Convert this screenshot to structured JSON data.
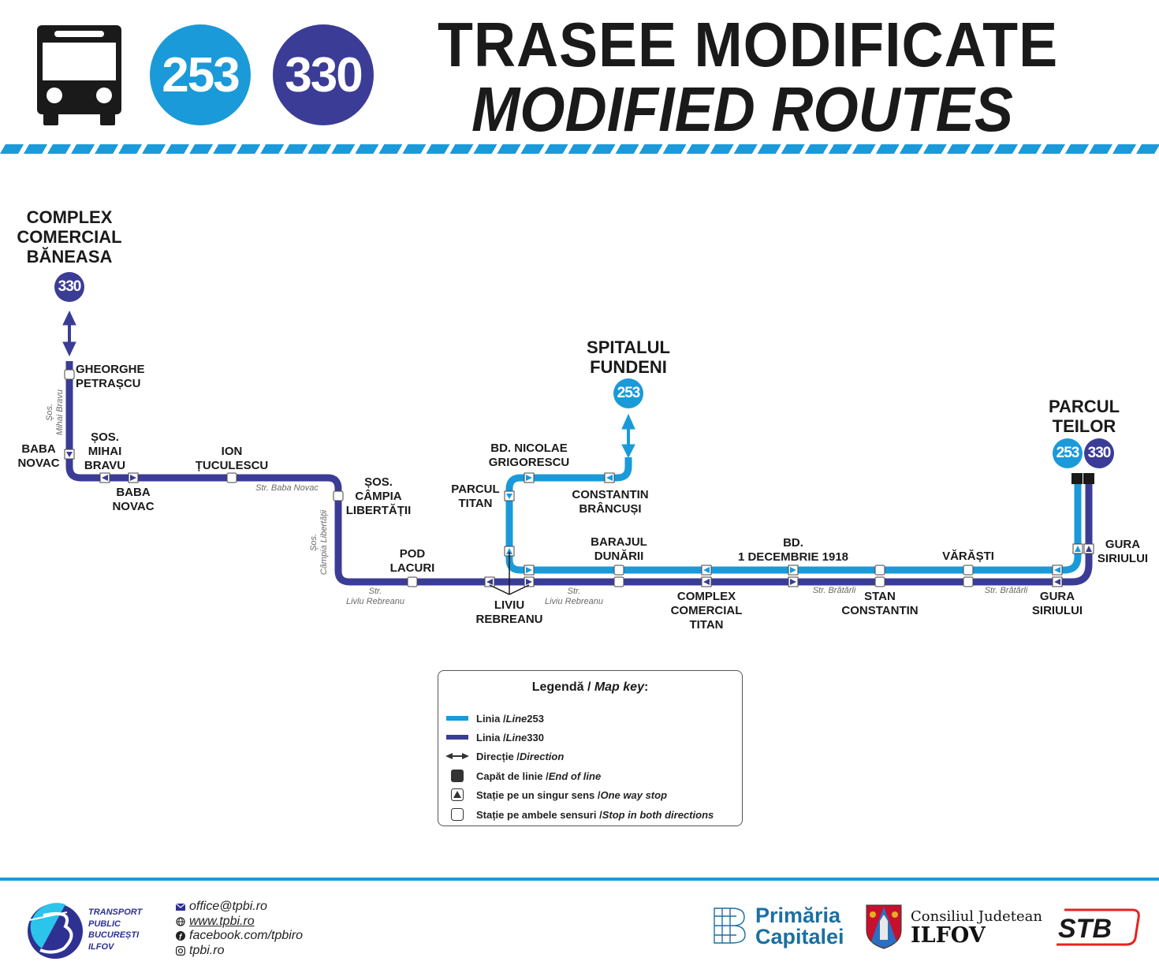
{
  "header": {
    "title_ro": "TRASEE MODIFICATE",
    "title_en": "MODIFIED ROUTES",
    "icon": "bus-icon",
    "line_badges": [
      {
        "number": "253",
        "color": "#1a9ad8"
      },
      {
        "number": "330",
        "color": "#3b3c96"
      }
    ]
  },
  "colors": {
    "line_253": "#1a9ad8",
    "line_330": "#3b3c96",
    "accent_stripe": "#1a9ad8",
    "text": "#1a1a1a",
    "street_text": "#6a6a6a"
  },
  "map": {
    "terminals": [
      {
        "id": "baneasa",
        "name": "COMPLEX\nCOMERCIAL\nBĂNEASA",
        "lines": [
          "330"
        ]
      },
      {
        "id": "fundeni",
        "name": "SPITALUL\nFUNDENI",
        "lines": [
          "253"
        ]
      },
      {
        "id": "teilor",
        "name": "PARCUL\nTEILOR",
        "lines": [
          "253",
          "330"
        ]
      }
    ],
    "stops": [
      {
        "name": "GHEORGHE\nPETRAȘCU",
        "type": "both"
      },
      {
        "name": "BABA\nNOVAC",
        "type": "one-way",
        "note": "north side"
      },
      {
        "name": "ȘOS.\nMIHAI\nBRAVU",
        "type": "one-way"
      },
      {
        "name": "BABA\nNOVAC",
        "type": "one-way",
        "note": "south side"
      },
      {
        "name": "ION\nȚUCULESCU",
        "type": "both"
      },
      {
        "name": "ȘOS.\nCÂMPIA\nLIBERTĂȚII",
        "type": "both"
      },
      {
        "name": "POD\nLACURI",
        "type": "both"
      },
      {
        "name": "LIVIU\nREBREANU",
        "type": "one-way"
      },
      {
        "name": "PARCUL\nTITAN",
        "type": "one-way"
      },
      {
        "name": "BD. NICOLAE\nGRIGORESCU",
        "type": "one-way"
      },
      {
        "name": "CONSTANTIN\nBRÂNCUȘI",
        "type": "one-way"
      },
      {
        "name": "BARAJUL\nDUNĂRII",
        "type": "both"
      },
      {
        "name": "COMPLEX\nCOMERCIAL\nTITAN",
        "type": "one-way"
      },
      {
        "name": "BD.\n1 DECEMBRIE 1918",
        "type": "one-way"
      },
      {
        "name": "STAN\nCONSTANTIN",
        "type": "both"
      },
      {
        "name": "VĂRĂȘTI",
        "type": "both"
      },
      {
        "name": "GURA\nSIRIULUI",
        "type": "one-way",
        "note": "bottom"
      },
      {
        "name": "GURA\nSIRIULUI",
        "type": "one-way",
        "note": "right"
      }
    ],
    "streets": [
      {
        "name": "Șos.\nMihai Bravu"
      },
      {
        "name": "Str. Baba Novac"
      },
      {
        "name": "Șos.\nCâmpia Libertății"
      },
      {
        "name": "Str.\nLivlu Rebreanu"
      },
      {
        "name": "Str.\nLiviu Rebreanu"
      },
      {
        "name": "Str. Brătărli"
      },
      {
        "name": "Str. Brătărli"
      }
    ]
  },
  "legend": {
    "title_ro": "Legendă / ",
    "title_en": "Map key",
    "title_suffix": ":",
    "items": [
      {
        "ro": "Linia / ",
        "en": "Line",
        "suffix": " 253",
        "symbol": "line-253"
      },
      {
        "ro": "Linia / ",
        "en": "Line",
        "suffix": " 330",
        "symbol": "line-330"
      },
      {
        "ro": "Direcție / ",
        "en": "Direction",
        "suffix": "",
        "symbol": "direction-arrows"
      },
      {
        "ro": "Capăt de linie / ",
        "en": "End of line",
        "suffix": "",
        "symbol": "end-of-line"
      },
      {
        "ro": "Stație pe un singur sens / ",
        "en": "One way stop",
        "suffix": "",
        "symbol": "one-way-stop"
      },
      {
        "ro": "Stație pe ambele sensuri / ",
        "en": "Stop in both directions",
        "suffix": "",
        "symbol": "both-ways-stop"
      }
    ]
  },
  "footer": {
    "tpbi_name": "TRANSPORT\nPUBLIC\nBUCUREȘTI\nILFOV",
    "contacts": [
      {
        "icon": "mail-icon",
        "text": "office@tpbi.ro"
      },
      {
        "icon": "globe-icon",
        "text": "www.tpbi.ro"
      },
      {
        "icon": "facebook-icon",
        "text": "facebook.com/tpbiro"
      },
      {
        "icon": "instagram-icon",
        "text": "tpbi.ro"
      }
    ],
    "partners": {
      "primaria_line1": "Primăria",
      "primaria_line2": "Capitalei",
      "cj_line1": "Consiliul Judetean",
      "cj_line2": "ILFOV",
      "stb": "STB"
    }
  }
}
